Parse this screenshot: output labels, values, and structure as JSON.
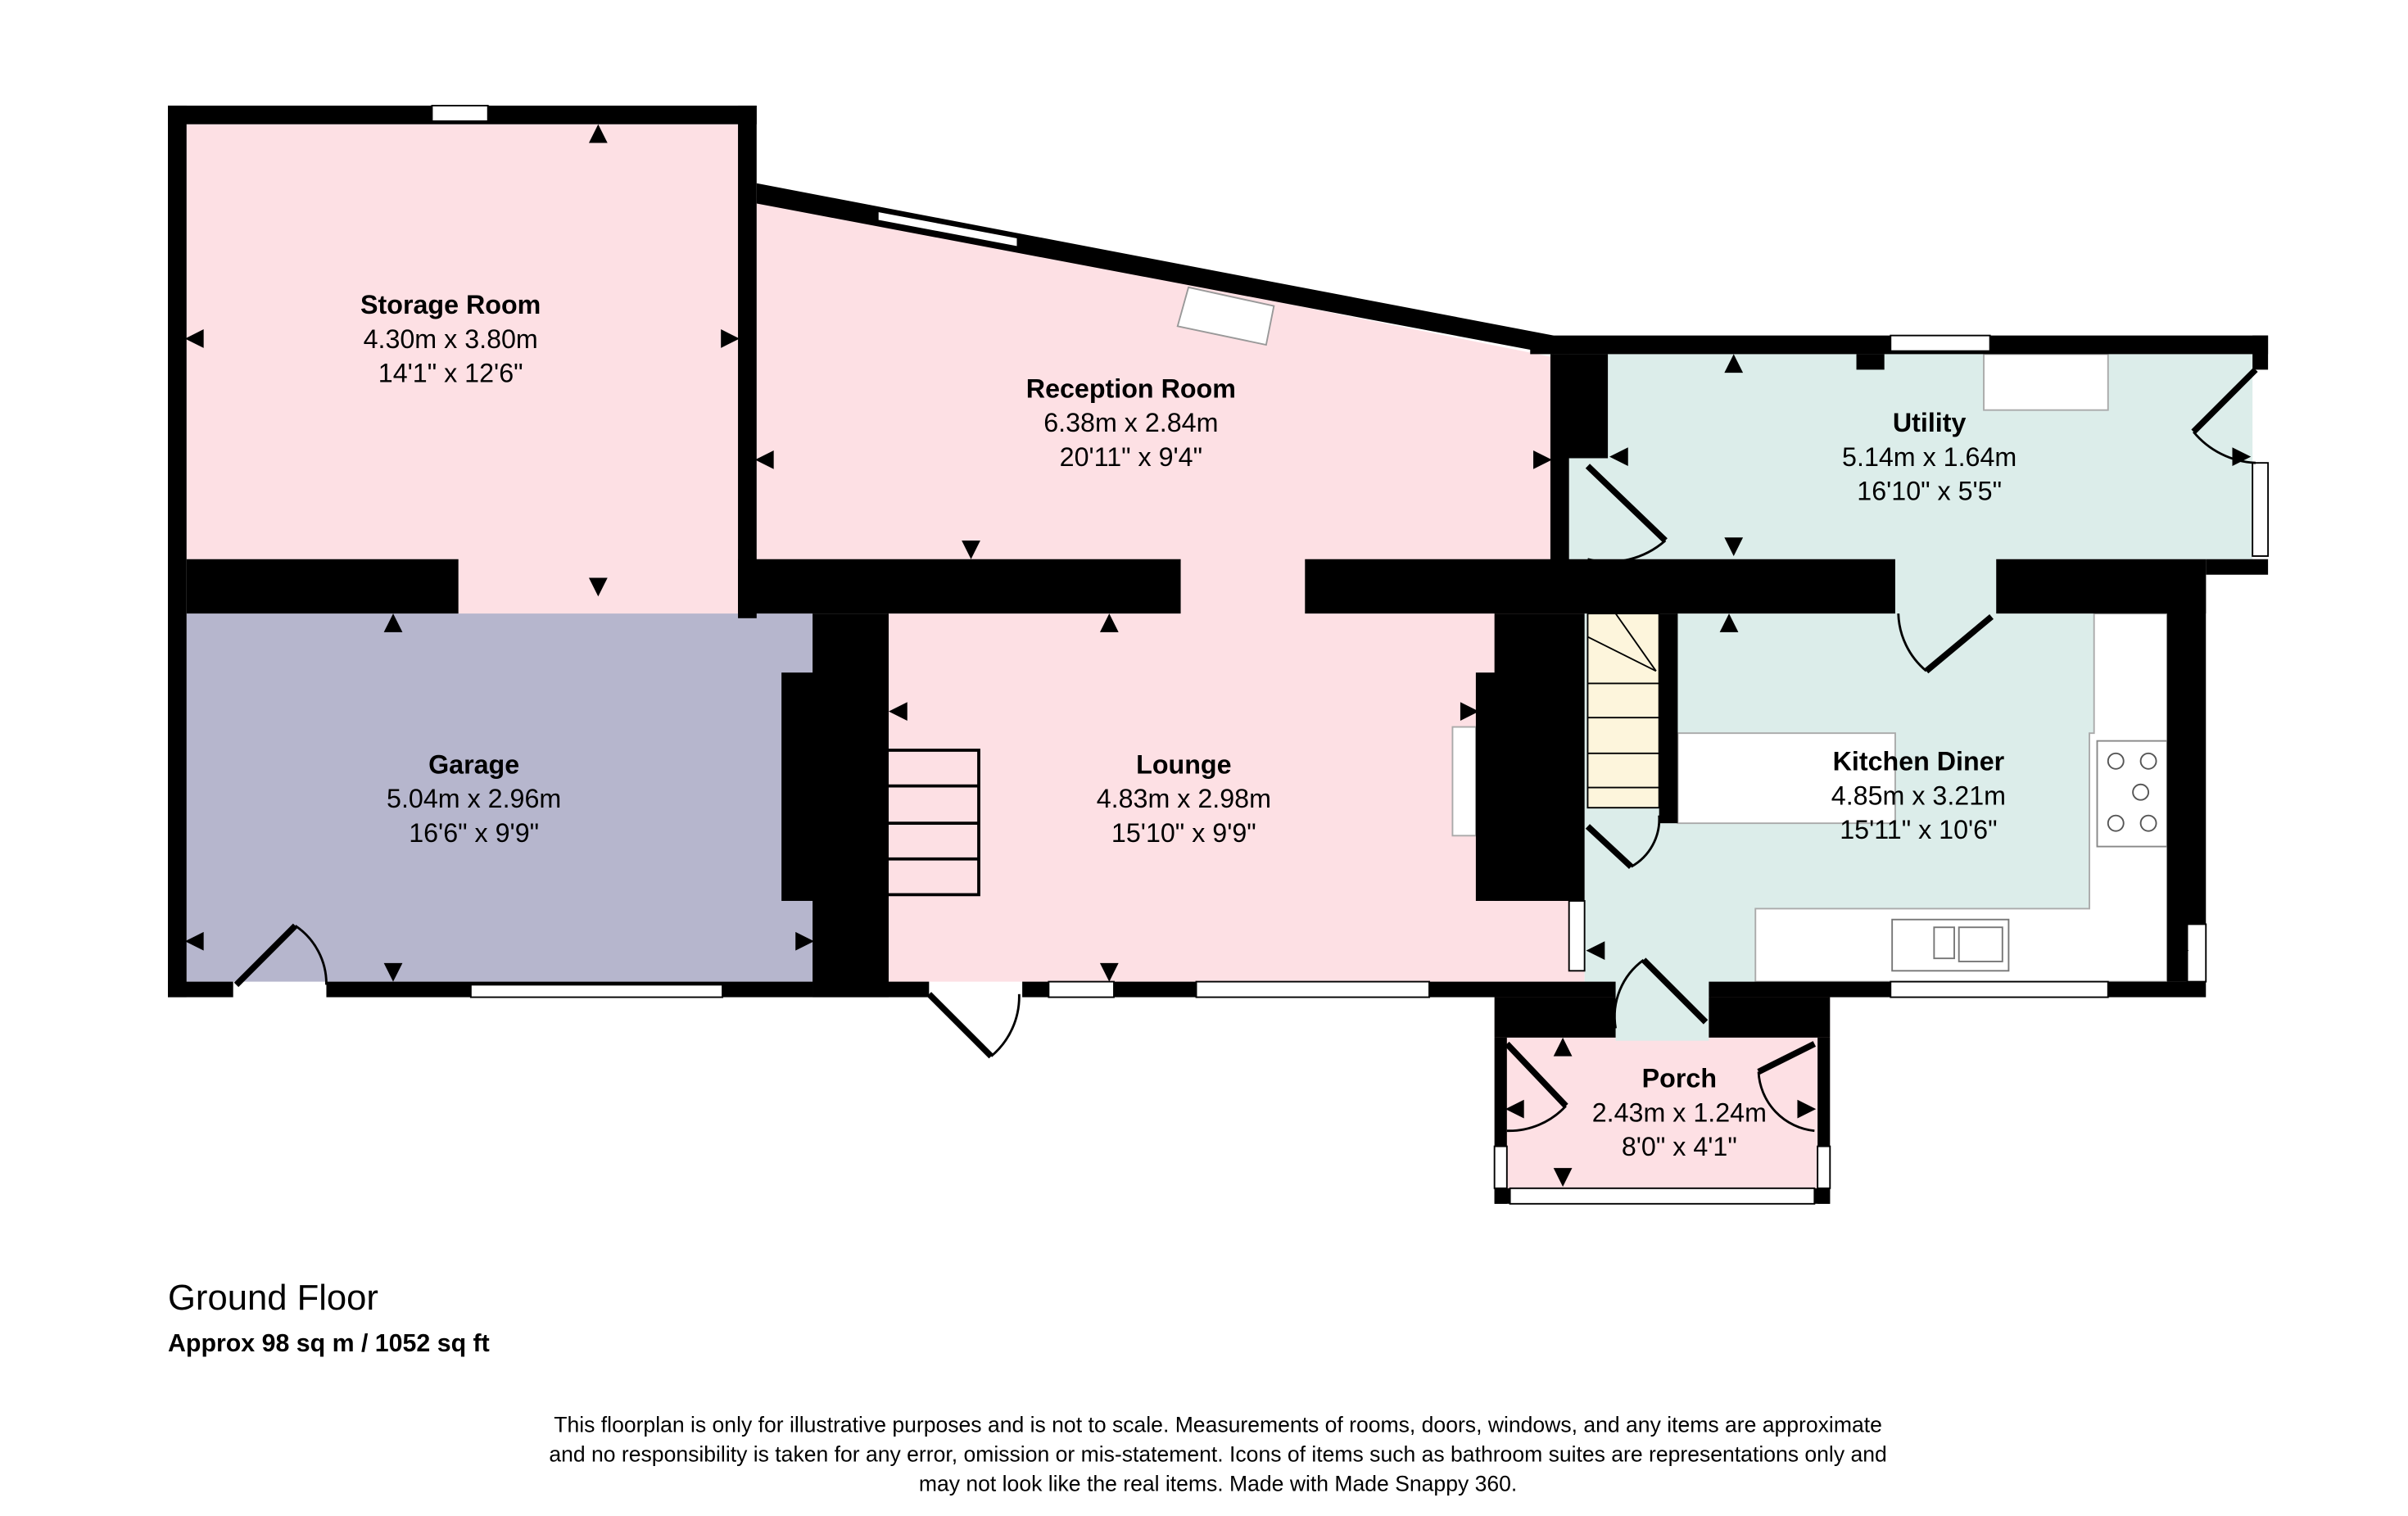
{
  "colors": {
    "reception": "#fde0e4",
    "garage": "#b6b6cd",
    "service": "#dcedea",
    "stairs": "#fdf5dc",
    "wall": "#000000"
  },
  "rooms": {
    "storage": {
      "name": "Storage Room",
      "metric": "4.30m x 3.80m",
      "imperial": "14'1\" x 12'6\""
    },
    "reception": {
      "name": "Reception Room",
      "metric": "6.38m x 2.84m",
      "imperial": "20'11\" x 9'4\""
    },
    "utility": {
      "name": "Utility",
      "metric": "5.14m x 1.64m",
      "imperial": "16'10\" x 5'5\""
    },
    "garage": {
      "name": "Garage",
      "metric": "5.04m x 2.96m",
      "imperial": "16'6\" x 9'9\""
    },
    "lounge": {
      "name": "Lounge",
      "metric": "4.83m x 2.98m",
      "imperial": "15'10\" x 9'9\""
    },
    "kitchen": {
      "name": "Kitchen Diner",
      "metric": "4.85m x 3.21m",
      "imperial": "15'11\" x 10'6\""
    },
    "porch": {
      "name": "Porch",
      "metric": "2.43m x 1.24m",
      "imperial": "8'0\" x 4'1\""
    }
  },
  "floor": {
    "title": "Ground Floor",
    "area": "Approx 98 sq m / 1052 sq ft"
  },
  "disclaimer": [
    "This floorplan is only for illustrative purposes and is not to scale. Measurements of rooms, doors, windows, and any items are approximate",
    "and no responsibility is taken for any error, omission or mis-statement. Icons of items such as bathroom suites are representations only and",
    "may not look like the real items. Made with Made Snappy 360."
  ]
}
